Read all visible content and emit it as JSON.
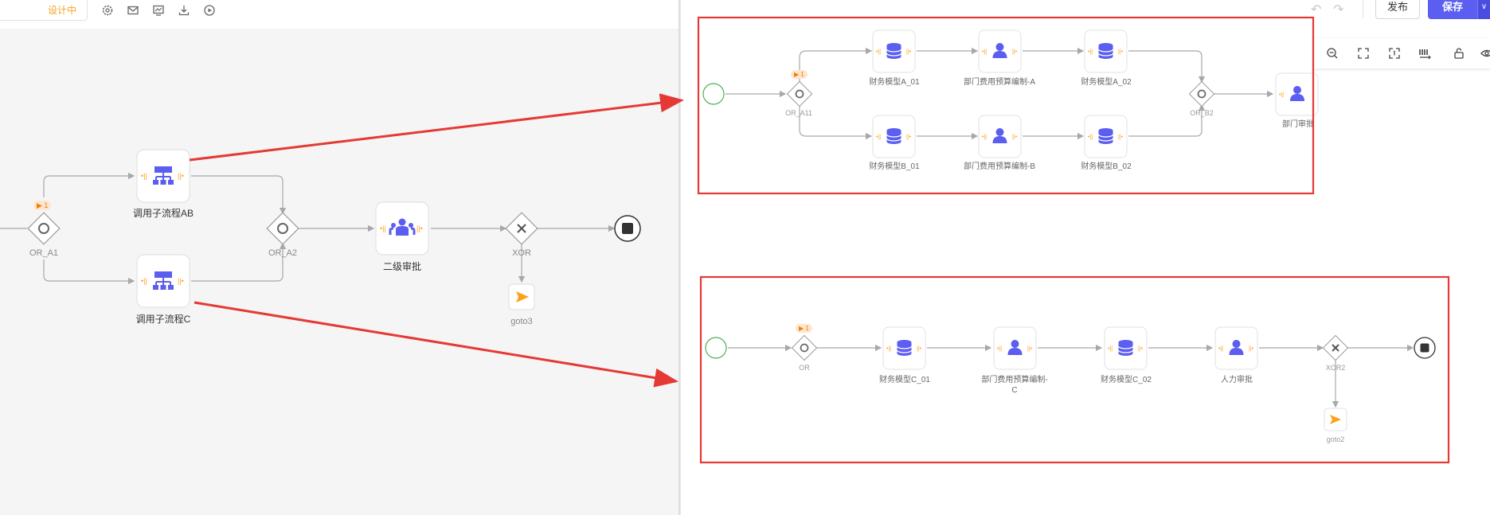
{
  "toolbar": {
    "status": "设计中",
    "publish": "发布",
    "save": "保存",
    "save_arrow": "∨"
  },
  "main_flow": {
    "node_ab": "调用子流程AB",
    "node_c": "调用子流程C",
    "node_approve2": "二级审批",
    "gw_or_a1": "OR_A1",
    "gw_or_a2": "OR_A2",
    "gw_xor": "XOR",
    "goto3": "goto3",
    "badge": "▶ 1"
  },
  "subflow_ab": {
    "finA01": "财务模型A_01",
    "deptA": "部门费用预算编制-A",
    "finA02": "财务模型A_02",
    "finB01": "财务模型B_01",
    "deptB": "部门费用预算编制-B",
    "finB02": "财务模型B_02",
    "gw_or_a11": "OR_A11",
    "gw_or_b2": "OR_B2",
    "dept_approve": "部门审批",
    "badge": "▶ 1"
  },
  "subflow_c": {
    "gw_or": "OR",
    "finC01": "财务模型C_01",
    "deptC": "部门费用预算编制-C",
    "finC02": "财务模型C_02",
    "hr": "人力审批",
    "gw_xor2": "XOR2",
    "goto2": "goto2",
    "badge": "▶ 1"
  },
  "colors": {
    "accent": "#5b5ef0",
    "status": "#f5a623",
    "annotation": "#e53935",
    "connector": "#ff9f1a"
  },
  "icons": {
    "toolbar_left": [
      "settings-icon",
      "mail-icon",
      "monitor-icon",
      "download-icon",
      "play-icon"
    ],
    "toolbar_right": [
      "zoom-out-icon",
      "fit-screen-icon",
      "actual-size-icon",
      "minimap-icon",
      "lock-icon",
      "eye-icon"
    ],
    "history": [
      "undo-icon",
      "redo-icon"
    ]
  }
}
